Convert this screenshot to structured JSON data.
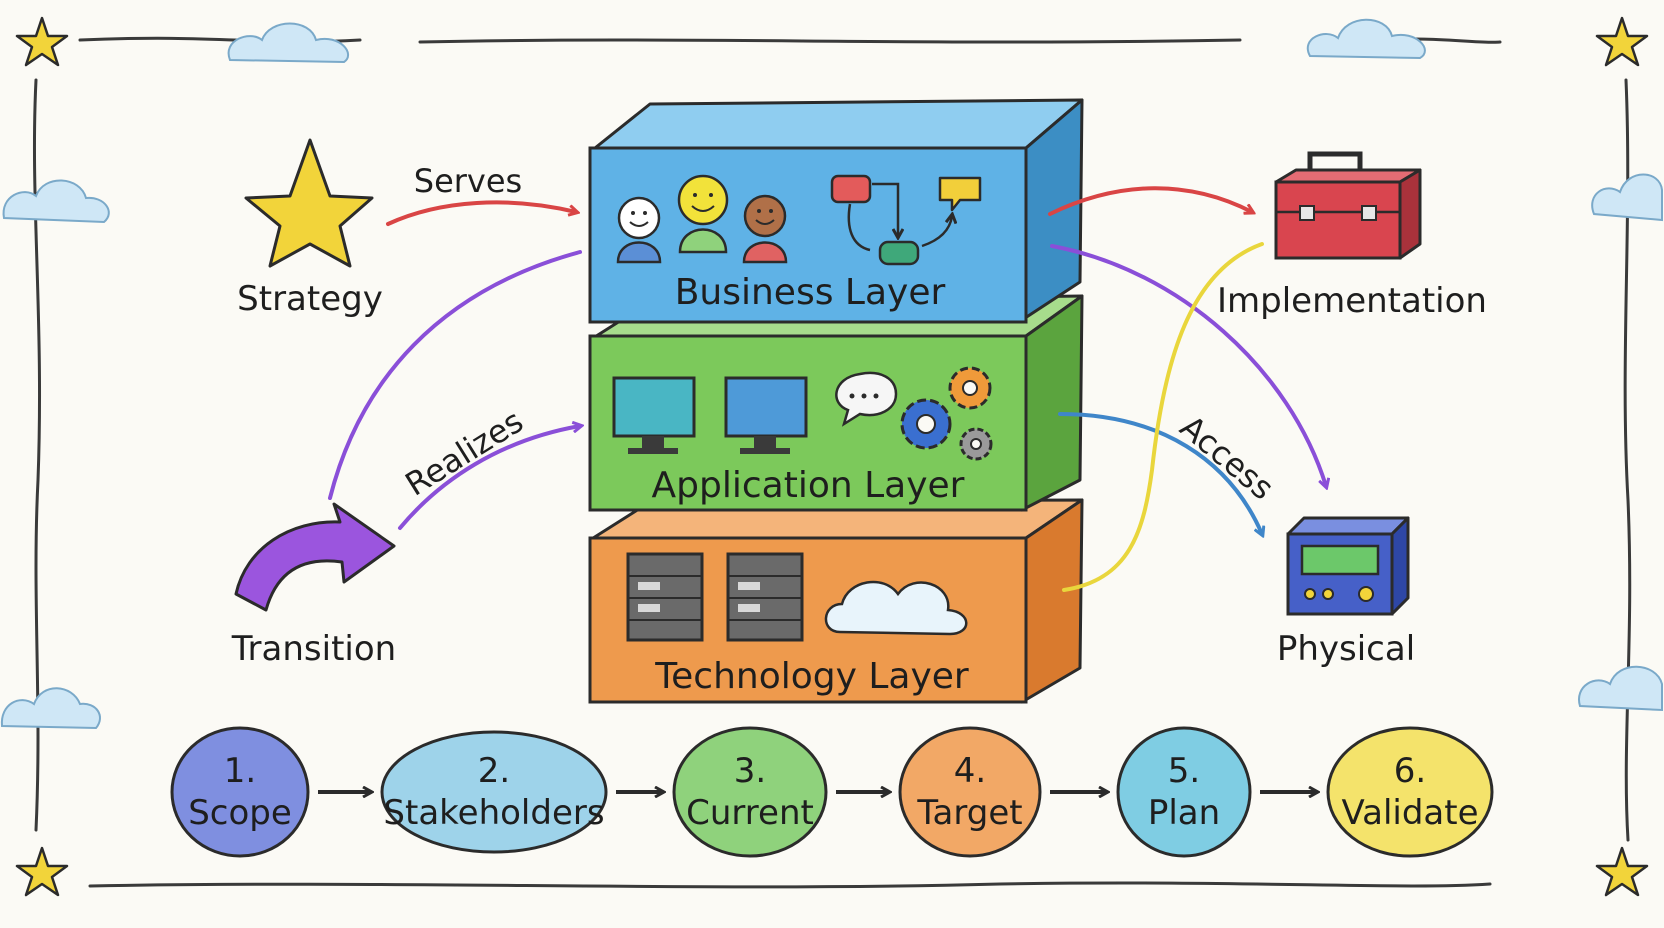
{
  "layers": {
    "business": "Business Layer",
    "application": "Application Layer",
    "technology": "Technology Layer"
  },
  "labels": {
    "strategy": "Strategy",
    "transition": "Transition",
    "implementation": "Implementation",
    "physical": "Physical"
  },
  "relations": {
    "serves": "Serves",
    "realizes": "Realizes",
    "access": "Access"
  },
  "steps": [
    {
      "num": "1.",
      "label": "Scope",
      "color": "#7f8fe0"
    },
    {
      "num": "2.",
      "label": "Stakeholders",
      "color": "#9ed3ea"
    },
    {
      "num": "3.",
      "label": "Current",
      "color": "#8fd27c"
    },
    {
      "num": "4.",
      "label": "Target",
      "color": "#f2a866"
    },
    {
      "num": "5.",
      "label": "Plan",
      "color": "#7fcde3"
    },
    {
      "num": "6.",
      "label": "Validate",
      "color": "#f4e36b"
    }
  ],
  "colors": {
    "business": "#5fb2e6",
    "application": "#7cc95b",
    "technology": "#ee9a4d",
    "serves_arrow": "#d94545",
    "realizes_arrow": "#8a4fd8",
    "access_arrow": "#3f86c9",
    "implementation_arrow": "#e9d63c",
    "star": "#f2d43a",
    "toolbox": "#d9454f",
    "device": "#4660c8"
  }
}
